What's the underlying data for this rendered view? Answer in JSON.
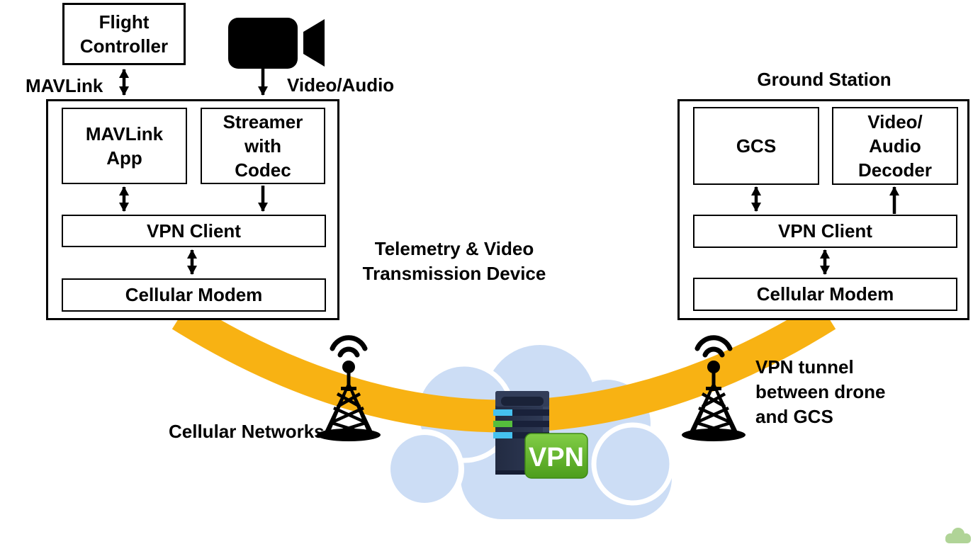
{
  "drone_side": {
    "flight_controller": "Flight\nController",
    "mavlink_label": "MAVLink",
    "video_audio_label": "Video/Audio",
    "mavlink_app": "MAVLink\nApp",
    "streamer": "Streamer\nwith\nCodec",
    "vpn_client": "VPN Client",
    "cellular_modem": "Cellular Modem",
    "caption": "Telemetry & Video\nTransmission Device"
  },
  "ground_station": {
    "title": "Ground Station",
    "gcs": "GCS",
    "decoder": "Video/\nAudio\nDecoder",
    "vpn_client": "VPN Client",
    "cellular_modem": "Cellular Modem"
  },
  "network": {
    "cellular_networks_label": "Cellular Networks",
    "vpn_tunnel_caption": "VPN tunnel\nbetween drone\nand GCS",
    "vpn_server_badge": "VPN"
  },
  "colors": {
    "tunnel_orange": "#F8B213",
    "cloud_blue": "#CCDDF5",
    "server_navy": "#252E45",
    "vpn_green_top": "#7FCB45",
    "vpn_green_bottom": "#4C9D1B",
    "stripe_blue": "#45C1F0",
    "stripe_green": "#55BE3C",
    "watermark_green": "#A3CD85"
  }
}
